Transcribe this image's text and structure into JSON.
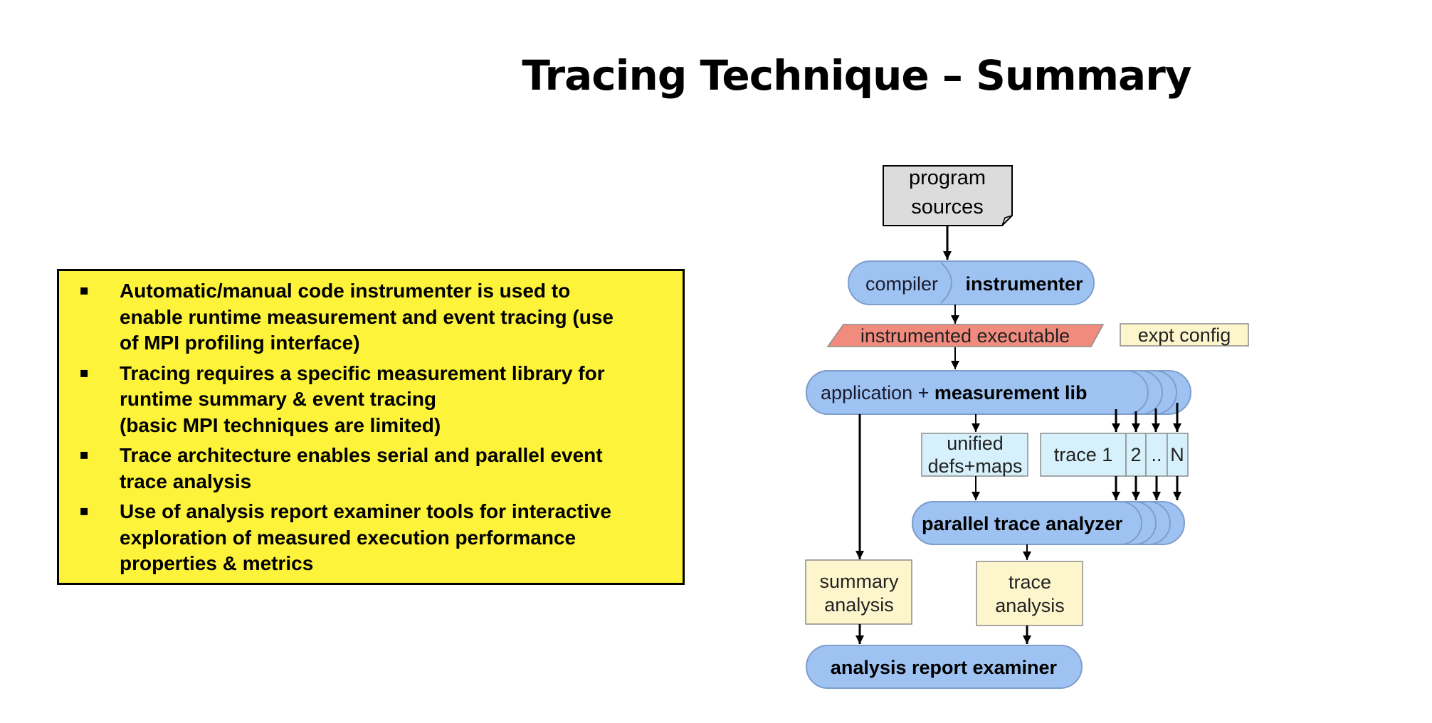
{
  "slide": {
    "title": "Tracing Technique – Summary",
    "bullets": [
      "Automatic/manual code instrumenter is used to\nenable runtime measurement and event tracing (use\nof MPI profiling interface)",
      "Tracing requires a specific measurement library for\nruntime summary & event tracing\n(basic MPI techniques are limited)",
      "Trace architecture enables serial and parallel event\ntrace analysis",
      "Use of analysis report examiner tools for interactive\nexploration of measured execution performance\nproperties & metrics"
    ],
    "bullet_marker": "▪"
  },
  "diagram": {
    "program_sources": {
      "line1": "program",
      "line2": "sources"
    },
    "compiler": "compiler",
    "instrumenter": "instrumenter",
    "instrumented_executable": "instrumented executable",
    "expt_config": "expt config",
    "application": {
      "plain": "application + ",
      "bold": "measurement lib"
    },
    "unified_defs": {
      "line1": "unified",
      "line2": "defs+maps"
    },
    "trace_files": [
      "trace 1",
      "2",
      "..",
      "N"
    ],
    "parallel_trace_analyzer": "parallel trace analyzer",
    "summary_analysis": {
      "line1": "summary",
      "line2": "analysis"
    },
    "trace_analysis": {
      "line1": "trace",
      "line2": "analysis"
    },
    "analysis_report_examiner": "analysis report examiner",
    "colors": {
      "oval_fill": "#9ec3f2",
      "oval_stroke": "#7e9ecb",
      "doc_fill": "#dcdcdc",
      "exe_fill": "#f08b7e",
      "config_fill": "#fdf6cd",
      "trace_fill": "#d6f1fb",
      "yellow_box": "#fdf33a"
    }
  }
}
